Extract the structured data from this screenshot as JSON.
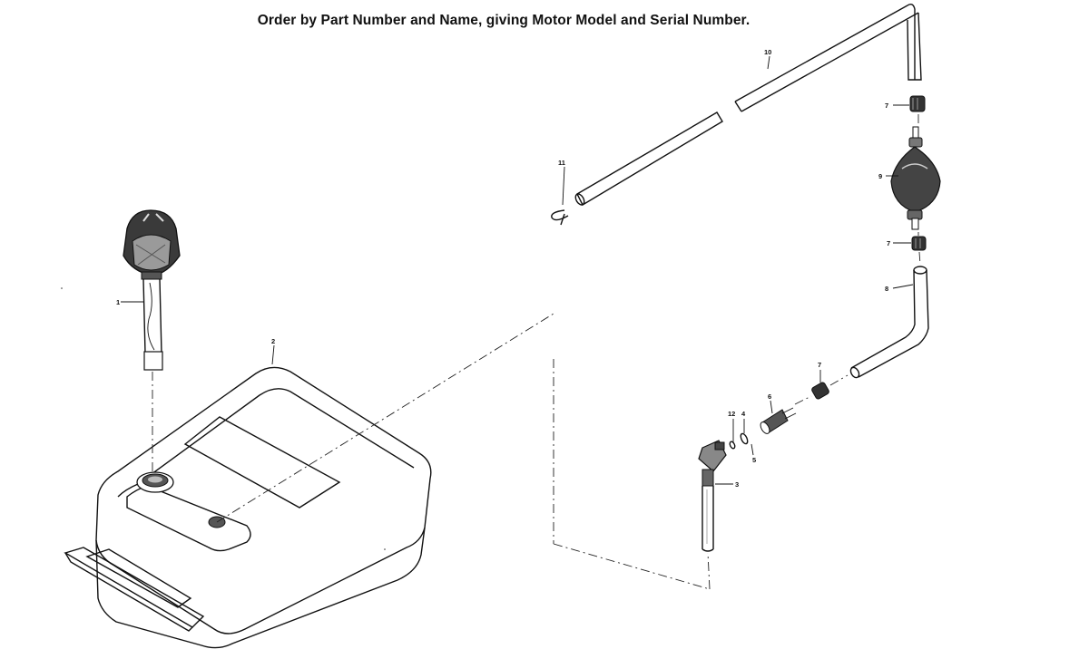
{
  "header": {
    "title": "Order by Part Number and Name, giving Motor Model and Serial Number."
  },
  "callouts": {
    "c1": "1",
    "c2": "2",
    "c3": "3",
    "c4": "4",
    "c5": "5",
    "c6": "6",
    "c7a": "7",
    "c7b": "7",
    "c7c": "7",
    "c8": "8",
    "c9": "9",
    "c10": "10",
    "c11": "11",
    "c12": "12"
  }
}
